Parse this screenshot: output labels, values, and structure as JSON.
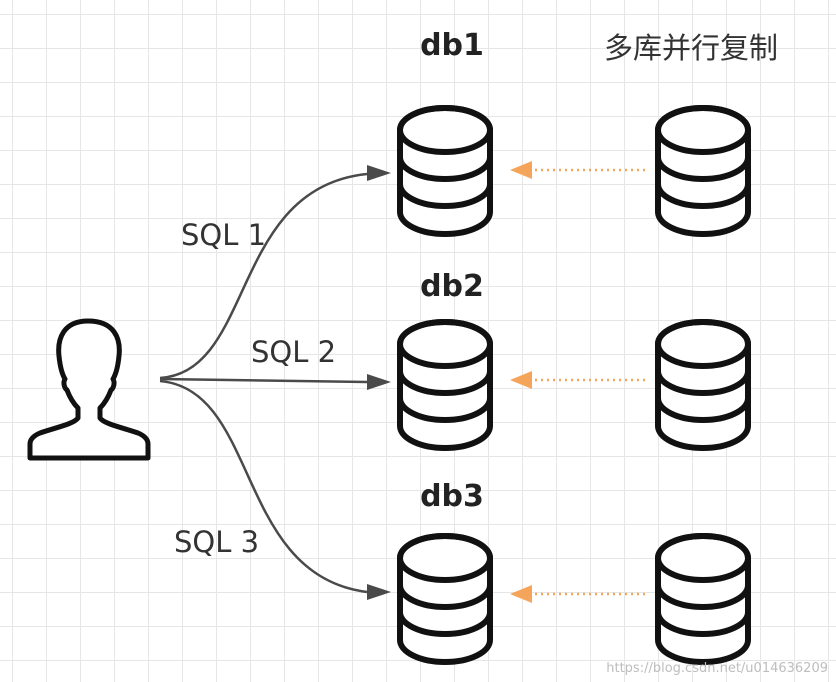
{
  "title": "多库并行复制",
  "colors": {
    "connector": "#4a4a4a",
    "replication": "#f5a55a",
    "grid": "#e6e6e6",
    "outline": "#111111"
  },
  "icons": {
    "user": "user-icon",
    "database": "database-icon"
  },
  "databases": [
    {
      "label": "db1",
      "sql_label": "SQL 1"
    },
    {
      "label": "db2",
      "sql_label": "SQL 2"
    },
    {
      "label": "db3",
      "sql_label": "SQL 3"
    }
  ],
  "watermark": "https://blog.csdn.net/u014636209"
}
